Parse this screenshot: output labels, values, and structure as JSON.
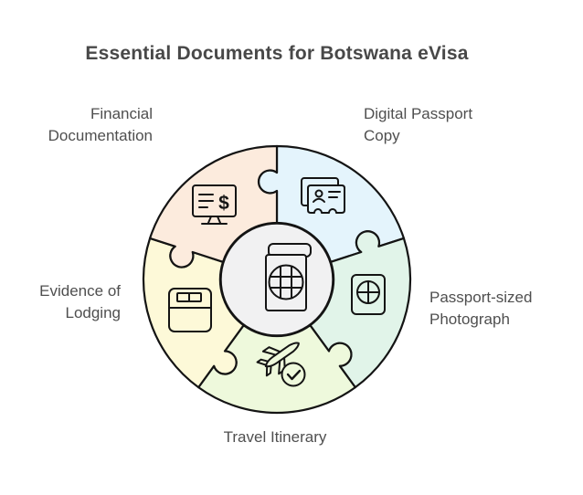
{
  "title": "Essential Documents for Botswana eVisa",
  "segments": [
    {
      "id": "digital-passport-copy",
      "label": "Digital Passport\nCopy",
      "color": "#e4f4fc",
      "icon": "id-card-icon"
    },
    {
      "id": "passport-sized-photograph",
      "label": "Passport-sized\nPhotograph",
      "color": "#e1f4e9",
      "icon": "passport-icon"
    },
    {
      "id": "travel-itinerary",
      "label": "Travel Itinerary",
      "color": "#eef9dc",
      "icon": "airplane-check-icon"
    },
    {
      "id": "evidence-of-lodging",
      "label": "Evidence of\nLodging",
      "color": "#fdf9d8",
      "icon": "bed-icon"
    },
    {
      "id": "financial-documentation",
      "label": "Financial\nDocumentation",
      "color": "#fcebdd",
      "icon": "monitor-dollar-icon"
    }
  ],
  "center": {
    "icon": "passport-book-icon",
    "fill": "#f1f1f2"
  },
  "icons": {
    "dollar_glyph": "$"
  },
  "colors": {
    "outline": "#141414",
    "title_text": "#484848",
    "label_text": "#4f4f4f",
    "background": "#ffffff"
  }
}
